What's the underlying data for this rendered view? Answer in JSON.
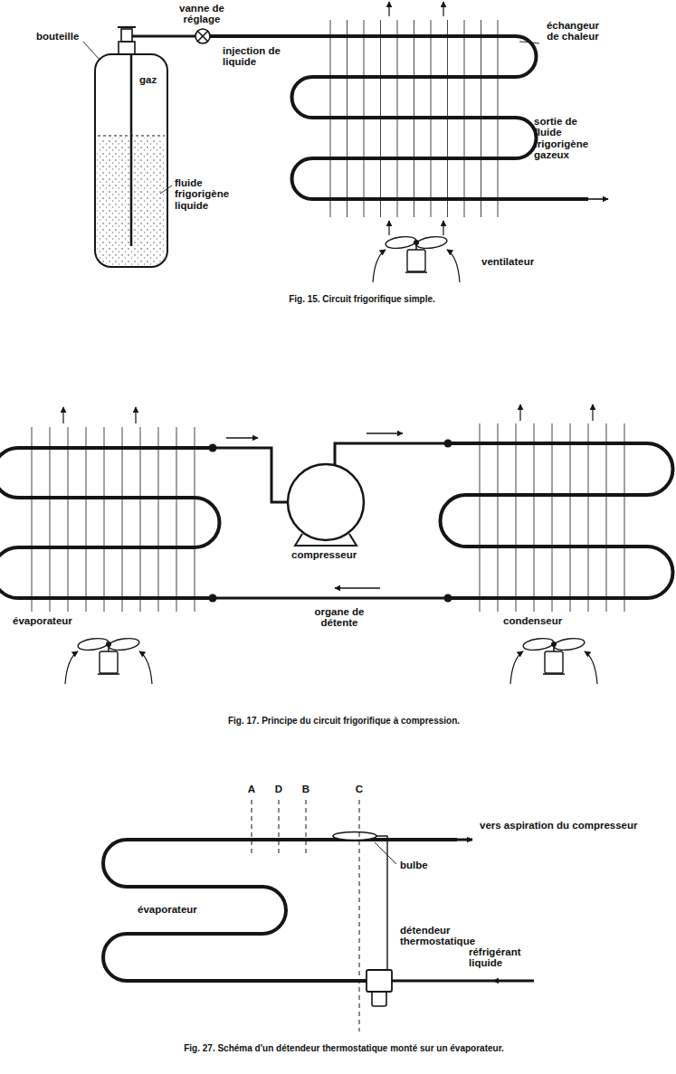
{
  "diagram": {
    "labels": [
      "bouteille",
      "vanne de réglage",
      "injection de liquide",
      "gaz",
      "fluide frigorigène liquide",
      "échangeur de chaleur",
      "sortie de fluide frigorigène gazeux",
      "ventilateur",
      "Fig. 15. Circuit frigorifique simple.",
      "compresseur",
      "évaporateur",
      "organe de détente",
      "condenseur",
      "Fig. 17. Principe du circuit frigorifique à compression.",
      "A",
      "D",
      "B",
      "C",
      "vers aspiration du compresseur",
      "bulbe",
      "évaporateur",
      "détendeur thermostatique",
      "réfrigérant liquide",
      "Fig. 27. Schéma d'un détendeur thermostatique monté sur un évaporateur."
    ]
  }
}
